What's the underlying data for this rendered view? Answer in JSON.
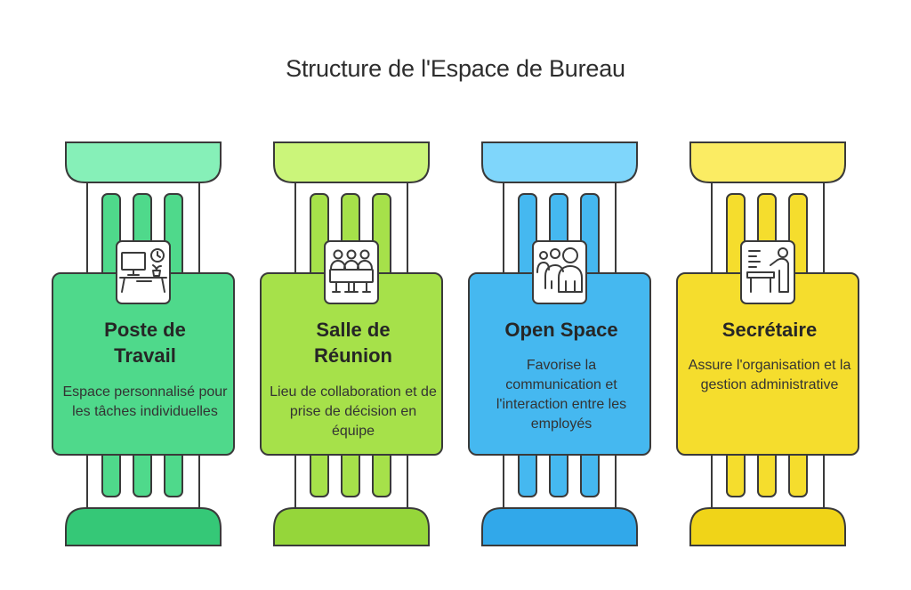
{
  "title": "Structure de l'Espace de Bureau",
  "pillars": [
    {
      "title": "Poste de\nTravail",
      "description": "Espace personnalisé pour les tâches individuelles",
      "icon": "workstation-icon",
      "color_main": "#4fd98b",
      "color_light": "#86f0b8",
      "color_dark": "#35c877"
    },
    {
      "title": "Salle de\nRéunion",
      "description": "Lieu de collaboration et de prise de décision en équipe",
      "icon": "meeting-room-icon",
      "color_main": "#a6e14a",
      "color_light": "#cbf57a",
      "color_dark": "#95d63a"
    },
    {
      "title": "Open Space",
      "description": "Favorise la communication et l'interaction entre les employés",
      "icon": "people-group-icon",
      "color_main": "#45b8f0",
      "color_light": "#7fd6fb",
      "color_dark": "#31a8ea"
    },
    {
      "title": "Secrétaire",
      "description": "Assure l'organisation et la gestion administrative",
      "icon": "secretary-desk-icon",
      "color_main": "#f5dd2d",
      "color_light": "#fbec63",
      "color_dark": "#f0d418"
    }
  ]
}
